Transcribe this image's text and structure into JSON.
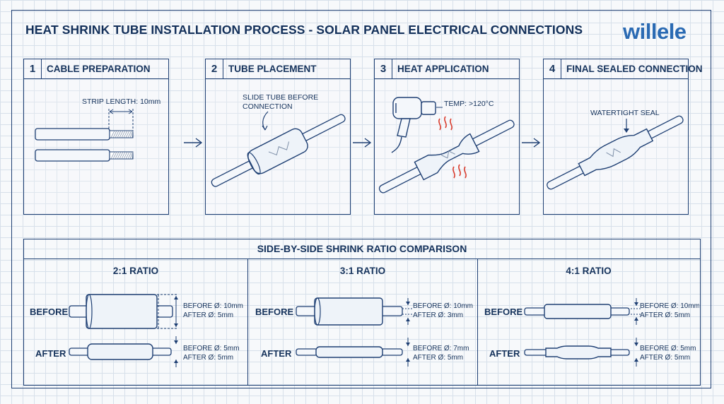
{
  "header": {
    "title": "HEAT SHRINK TUBE INSTALLATION PROCESS - SOLAR PANEL ELECTRICAL CONNECTIONS",
    "logo_text": "willele"
  },
  "steps": [
    {
      "number": "1",
      "title": "CABLE PREPARATION",
      "annotation": "STRIP LENGTH: 10mm"
    },
    {
      "number": "2",
      "title": "TUBE PLACEMENT",
      "annotation_line1": "SLIDE TUBE BEFORE",
      "annotation_line2": "CONNECTION"
    },
    {
      "number": "3",
      "title": "HEAT APPLICATION",
      "annotation": "TEMP: >120°C"
    },
    {
      "number": "4",
      "title": "FINAL SEALED CONNECTION",
      "annotation": "WATERTIGHT SEAL"
    }
  ],
  "comparison": {
    "title": "SIDE-BY-SIDE SHRINK RATIO COMPARISON",
    "before_label": "BEFORE",
    "after_label": "AFTER",
    "columns": [
      {
        "title": "2:1 RATIO",
        "before_line1": "BEFORE Ø: 10mm",
        "before_line2": "AFTER Ø: 5mm",
        "after_line1": "BEFORE Ø: 5mm",
        "after_line2": "AFTER Ø: 5mm"
      },
      {
        "title": "3:1 RATIO",
        "before_line1": "BEFORE Ø: 10mm",
        "before_line2": "AFTER Ø: 3mm",
        "after_line1": "BEFORE Ø: 7mm",
        "after_line2": "AFTER Ø: 5mm"
      },
      {
        "title": "4:1 RATIO",
        "before_line1": "BEFORE Ø: 10mm",
        "before_line2": "AFTER Ø: 5mm",
        "after_line1": "BEFORE Ø: 5mm",
        "after_line2": "AFTER Ø: 5mm"
      }
    ]
  },
  "colors": {
    "ink": "#1e3f73",
    "accent": "#2a6ab3",
    "heat": "#d93a2b",
    "grid": "#d7e0ea"
  }
}
